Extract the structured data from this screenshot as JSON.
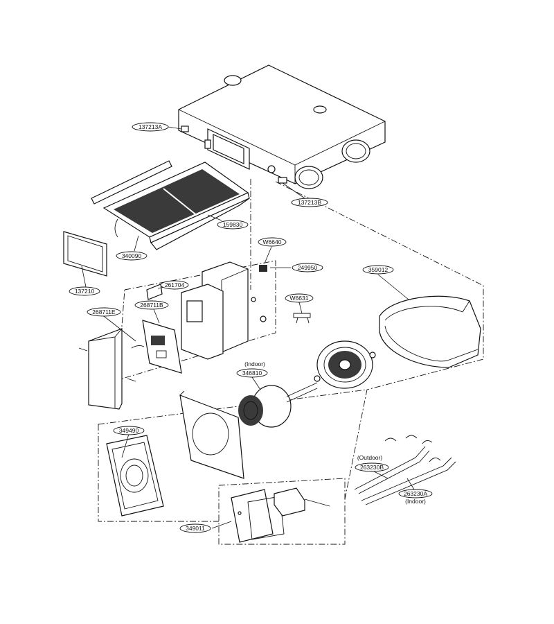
{
  "callouts": {
    "c137213A": "137213A",
    "c137213B": "137213B",
    "c159830": "159830",
    "c340090": "340090",
    "c137210": "137210",
    "cW6640": "W6640",
    "c249950": "249950",
    "c359012": "359012",
    "c261704": "261704",
    "c268711B": "268711B",
    "c268711E": "268711E",
    "cW6631": "W6631",
    "c346810": "346810",
    "c349490": "349490",
    "c263230B": "263230B",
    "c263230A": "263230A",
    "c349011": "349011"
  },
  "notes": {
    "indoor_motor": "(Indoor)",
    "outdoor": "(Outdoor)",
    "indoor_wire": "(Indoor)"
  }
}
